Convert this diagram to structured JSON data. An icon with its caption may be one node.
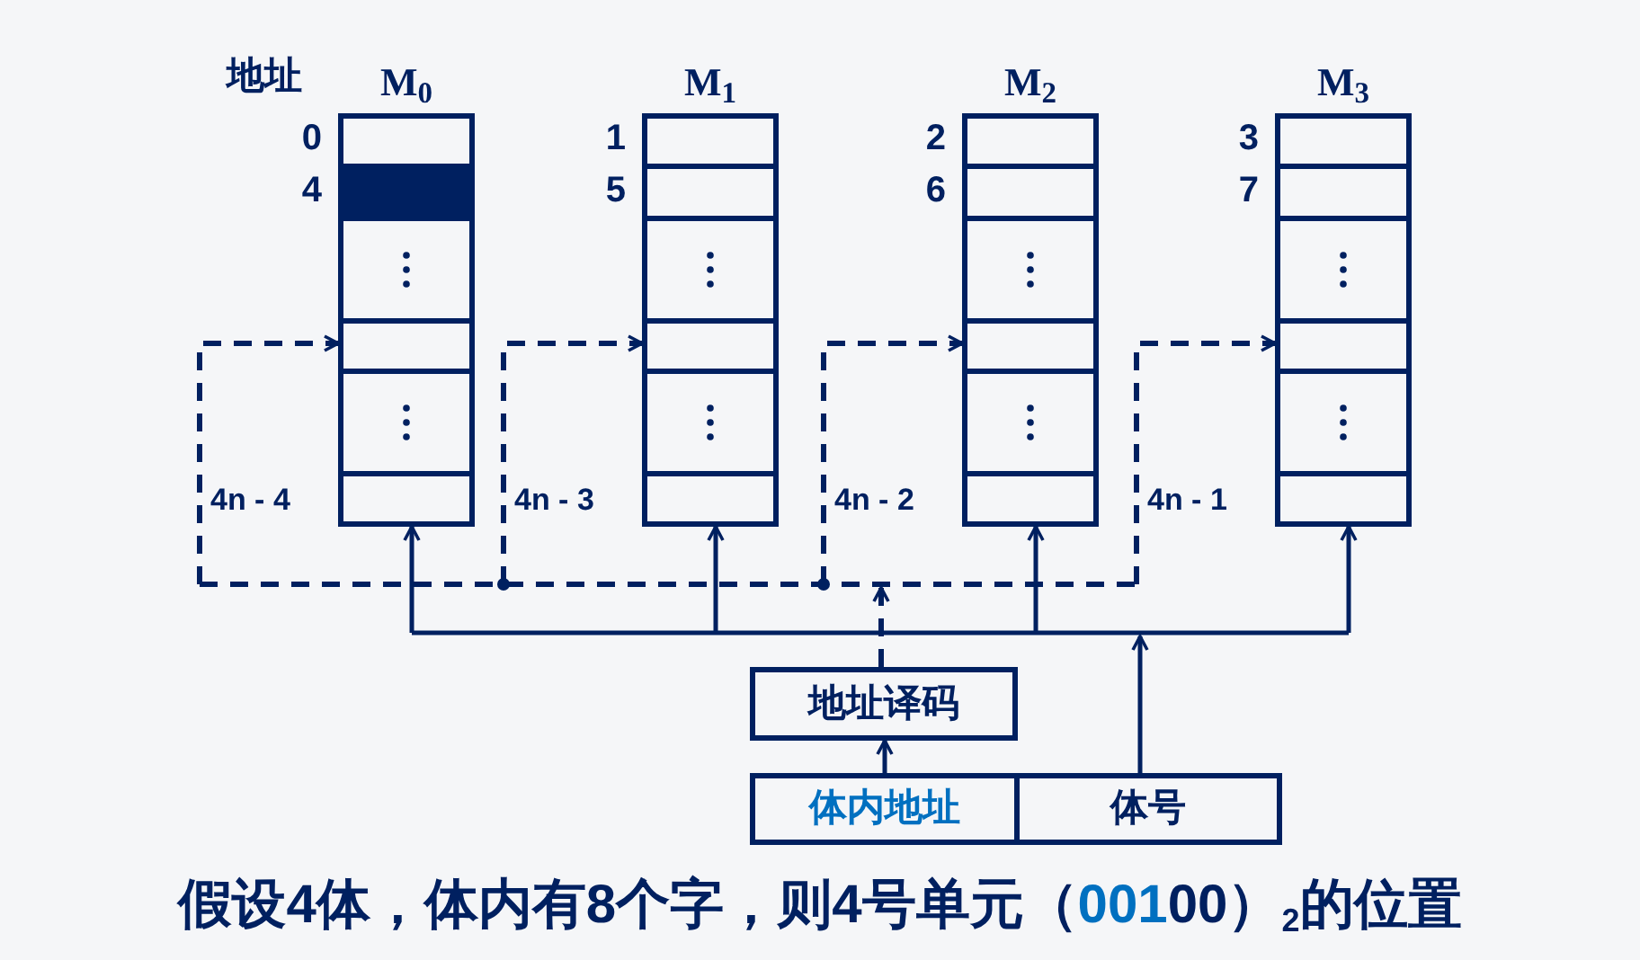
{
  "diagram": {
    "caption": "假设4体，体内有8个字，则4号单元（**001**00）$_{2}$的位置",
    "nodes": [
      {
        "text": [
          "M$_{0}$"
        ],
        "beside": [
          "0",
          "4",
          "4n - 4"
        ]
      },
      {
        "text": [
          "M$_{1}$"
        ],
        "beside": [
          "1",
          "5",
          "4n - 3"
        ]
      },
      {
        "text": [
          "M$_{2}$"
        ],
        "beside": [
          "2",
          "6",
          "4n - 2"
        ]
      },
      {
        "text": [
          "M$_{3}$"
        ],
        "beside": [
          "3",
          "7",
          "4n - 1"
        ]
      },
      {
        "text": [
          "地址译码"
        ]
      },
      {
        "text": [
          "体内地址"
        ]
      },
      {
        "text": [
          "体号"
        ]
      }
    ],
    "edges": [
      {
        "from": 5,
        "to": 4,
        "arrow": "to"
      },
      {
        "from": 4,
        "to": 0,
        "arrow": "to",
        "style": "dashed"
      },
      {
        "from": 4,
        "to": 1,
        "arrow": "to",
        "style": "dashed"
      },
      {
        "from": 4,
        "to": 2,
        "arrow": "to",
        "style": "dashed"
      },
      {
        "from": 4,
        "to": 3,
        "arrow": "to",
        "style": "dashed"
      },
      {
        "from": 6,
        "to": 0,
        "arrow": "to"
      },
      {
        "from": 6,
        "to": 1,
        "arrow": "to"
      },
      {
        "from": 6,
        "to": 2,
        "arrow": "to"
      },
      {
        "from": 6,
        "to": 3,
        "arrow": "to"
      }
    ],
    "labels": [
      "地址"
    ]
  }
}
